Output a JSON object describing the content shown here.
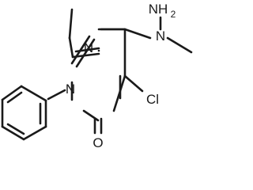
{
  "molecule": {
    "atoms": {
      "n1": "N",
      "n2": "N",
      "n_amine": "N",
      "n_hydrazine": "NH",
      "hydrazine_sub": "2",
      "chlorine": "Cl",
      "oxygen": "O"
    }
  },
  "colors": {
    "bond": "#1a1a1a",
    "text": "#1a1a1a",
    "background": "#ffffff"
  }
}
